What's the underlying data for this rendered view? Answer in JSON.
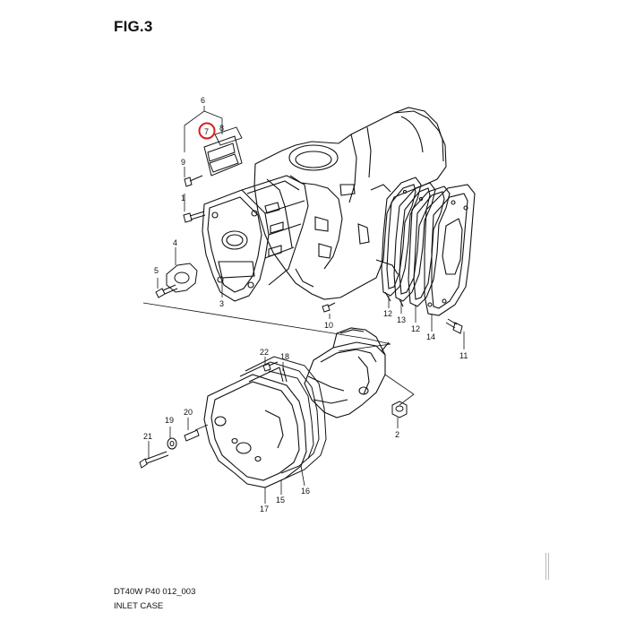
{
  "figure": {
    "title": "FIG.3",
    "code": "DT40W P40 012_003",
    "name": "INLET CASE"
  },
  "highlight": {
    "callout": "7",
    "color": "#d91e1e"
  },
  "callouts": {
    "c1": "1",
    "c2": "2",
    "c3": "3",
    "c4": "4",
    "c5": "5",
    "c6": "6",
    "c7": "7",
    "c8": "8",
    "c9": "9",
    "c10": "10",
    "c11": "11",
    "c12a": "12",
    "c12b": "12",
    "c13": "13",
    "c14": "14",
    "c15": "15",
    "c16": "16",
    "c17": "17",
    "c18": "18",
    "c19": "19",
    "c20": "20",
    "c21": "21",
    "c22": "22"
  }
}
